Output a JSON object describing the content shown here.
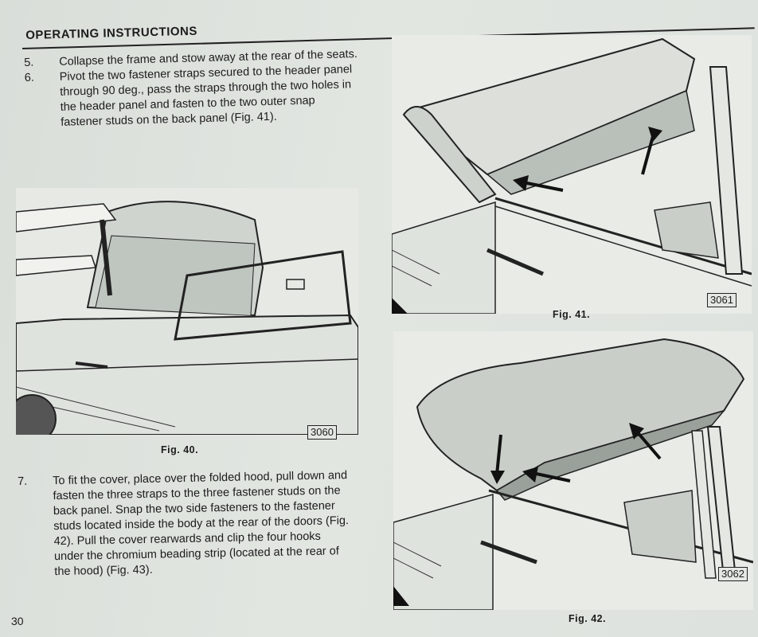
{
  "header": {
    "title": "OPERATING INSTRUCTIONS"
  },
  "steps": [
    {
      "num": "5.",
      "text": "Collapse the frame and stow away at the rear of the seats."
    },
    {
      "num": "6.",
      "text": "Pivot the two fastener straps secured to the header panel through 90 deg., pass the straps through the two holes in the header panel and fasten to the two outer snap fastener studs on the back panel (Fig. 41)."
    }
  ],
  "step7": {
    "num": "7.",
    "text": "To fit the cover, place over the folded hood, pull down and fasten the three straps to the three fastener studs on the back panel. Snap the two side fasteners to the fastener studs located inside the body at the rear of the doors (Fig. 42). Pull the cover rearwards and clip the four hooks under the chromium beading strip (located at the rear of the hood) (Fig. 43)."
  },
  "figures": {
    "fig40": {
      "caption": "Fig. 40.",
      "ref": "3060"
    },
    "fig41": {
      "caption": "Fig. 41.",
      "ref": "3061"
    },
    "fig42": {
      "caption": "Fig. 42.",
      "ref": "3062"
    }
  },
  "page_number": "30"
}
